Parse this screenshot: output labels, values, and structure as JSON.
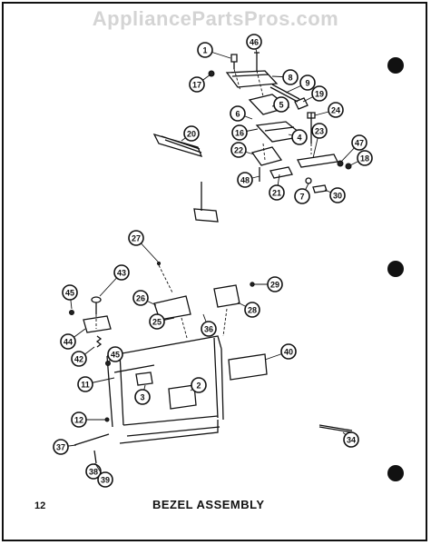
{
  "watermark": "AppliancePartsPros.com",
  "page_number": "12",
  "title": "BEZEL ASSEMBLY",
  "callouts": [
    {
      "label": "1"
    },
    {
      "label": "46"
    },
    {
      "label": "17"
    },
    {
      "label": "8"
    },
    {
      "label": "9"
    },
    {
      "label": "19"
    },
    {
      "label": "5"
    },
    {
      "label": "6"
    },
    {
      "label": "24"
    },
    {
      "label": "16"
    },
    {
      "label": "4"
    },
    {
      "label": "20"
    },
    {
      "label": "23"
    },
    {
      "label": "47"
    },
    {
      "label": "22"
    },
    {
      "label": "18"
    },
    {
      "label": "48"
    },
    {
      "label": "21"
    },
    {
      "label": "7"
    },
    {
      "label": "30"
    },
    {
      "label": "27"
    },
    {
      "label": "43"
    },
    {
      "label": "29"
    },
    {
      "label": "45"
    },
    {
      "label": "26"
    },
    {
      "label": "28"
    },
    {
      "label": "25"
    },
    {
      "label": "36"
    },
    {
      "label": "44"
    },
    {
      "label": "42"
    },
    {
      "label": "45"
    },
    {
      "label": "40"
    },
    {
      "label": "11"
    },
    {
      "label": "2"
    },
    {
      "label": "3"
    },
    {
      "label": "12"
    },
    {
      "label": "37"
    },
    {
      "label": "34"
    },
    {
      "label": "38"
    },
    {
      "label": "39"
    }
  ]
}
